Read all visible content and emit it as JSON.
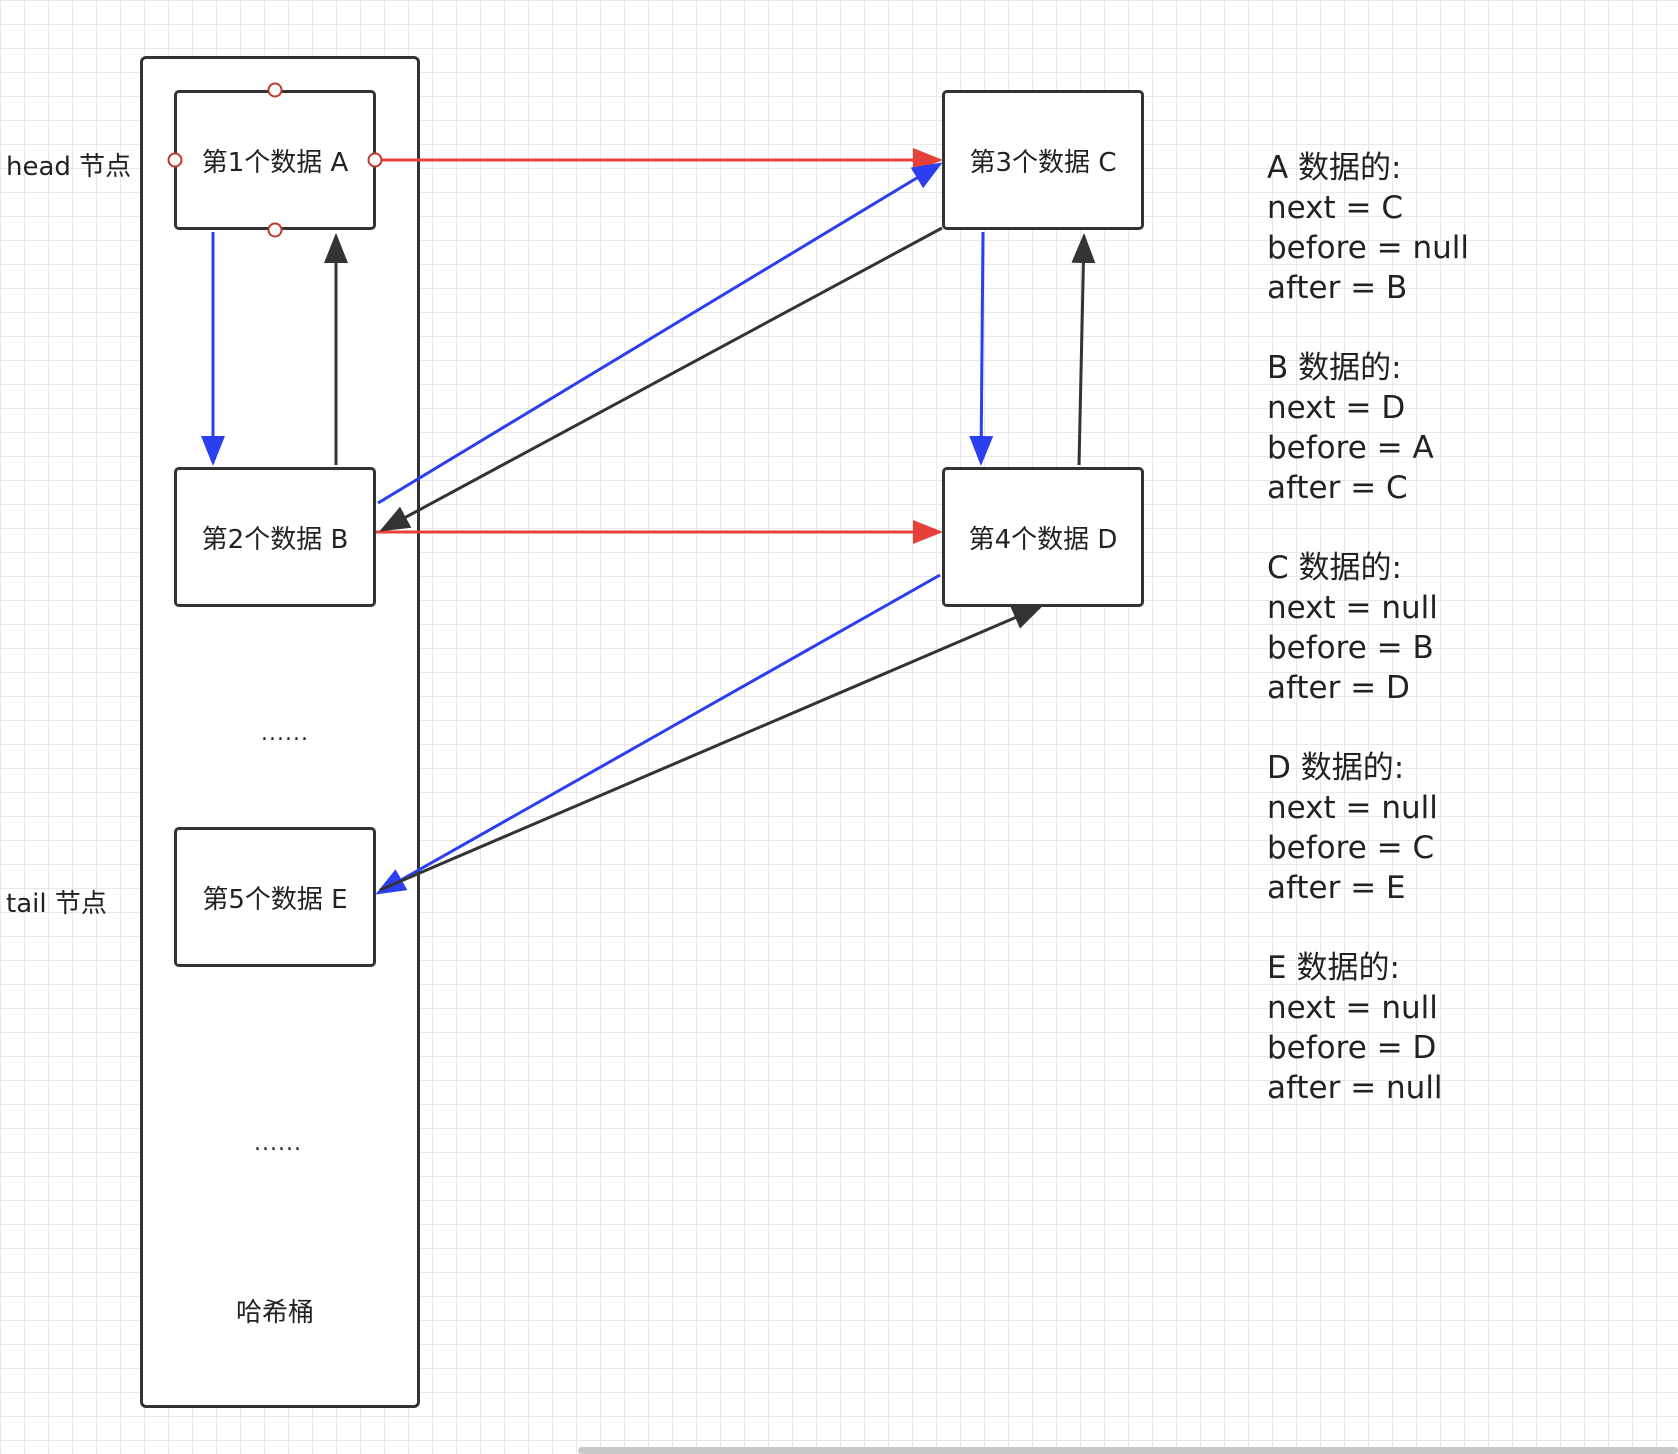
{
  "diagram": {
    "bucket_label": "哈希桶",
    "ellipsis_1": "......",
    "ellipsis_2": "......",
    "head_label": "head 节点",
    "tail_label": "tail 节点",
    "nodes": {
      "a": "第1个数据 A",
      "b": "第2个数据 B",
      "c": "第3个数据 C",
      "d": "第4个数据 D",
      "e": "第5个数据 E"
    },
    "colors": {
      "next": "#e5413a",
      "before": "#2b3ff0",
      "after": "#333333",
      "border": "#333333",
      "grid": "#e8e8e8"
    }
  },
  "notes": [
    {
      "title": "A 数据的:",
      "next": "next = C",
      "before": "before = null",
      "after": "after = B"
    },
    {
      "title": "B 数据的:",
      "next": "next = D",
      "before": "before = A",
      "after": "after = C"
    },
    {
      "title": "C 数据的:",
      "next": "next = null",
      "before": "before = B",
      "after": "after = D"
    },
    {
      "title": "D 数据的:",
      "next": "next = null",
      "before": "before = C",
      "after": "after = E"
    },
    {
      "title": "E 数据的:",
      "next": "next = null",
      "before": "before = D",
      "after": "after = null"
    }
  ]
}
